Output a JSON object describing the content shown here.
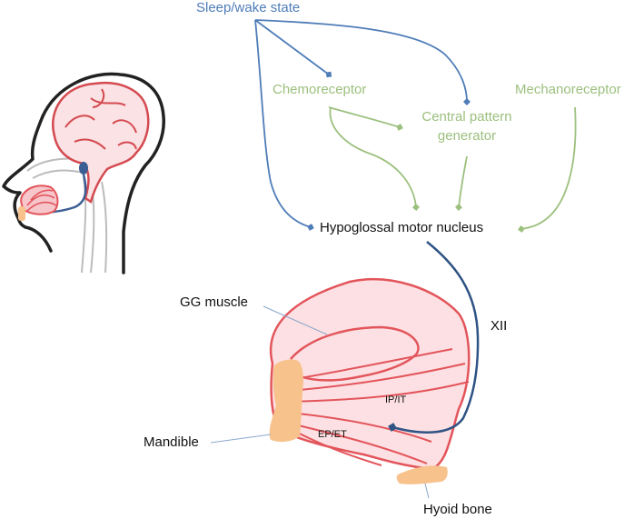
{
  "labels": {
    "sleep_wake": "Sleep/wake state",
    "chemoreceptor": "Chemoreceptor",
    "mechanoreceptor": "Mechanoreceptor",
    "cpg_line1": "Central pattern",
    "cpg_line2": "generator",
    "hypoglossal": "Hypoglossal motor nucleus",
    "nerve": "XII",
    "gg_muscle": "GG muscle",
    "ip_it": "IP/IT",
    "ep_et": "EP/ET",
    "mandible": "Mandible",
    "hyoid": "Hyoid bone"
  },
  "colors": {
    "input_state": "#4f7db8",
    "input_sensory": "#9cc07e",
    "nerve": "#2f5384",
    "muscle_fill": "#fde0e3",
    "muscle_outline": "#e2555b",
    "bone": "#f8c28d",
    "head_outline": "#222222"
  }
}
